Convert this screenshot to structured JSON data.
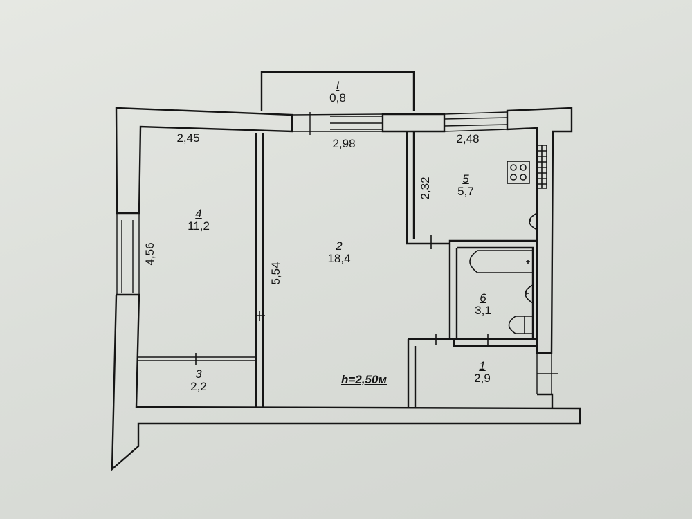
{
  "floorplan": {
    "rooms": [
      {
        "id": "I",
        "number": "I",
        "area": "0,8"
      },
      {
        "id": "1",
        "number": "1",
        "area": "2,9"
      },
      {
        "id": "2",
        "number": "2",
        "area": "18,4"
      },
      {
        "id": "3",
        "number": "3",
        "area": "2,2"
      },
      {
        "id": "4",
        "number": "4",
        "area": "11,2"
      },
      {
        "id": "5",
        "number": "5",
        "area": "5,7"
      },
      {
        "id": "6",
        "number": "6",
        "area": "3,1"
      }
    ],
    "dimensions": {
      "top_left": "2,45",
      "top_middle": "2,98",
      "top_right": "2,48",
      "left_wall": "4,56",
      "middle_wall": "5,54",
      "kitchen_side": "2,32"
    },
    "ceiling_height": "h=2,50м"
  },
  "icons": [
    "stove-icon",
    "sink-icon",
    "bathtub-icon",
    "toilet-icon",
    "ventilation-icon"
  ],
  "colors": {
    "paper": "#dcdfda",
    "ink": "#151515"
  }
}
